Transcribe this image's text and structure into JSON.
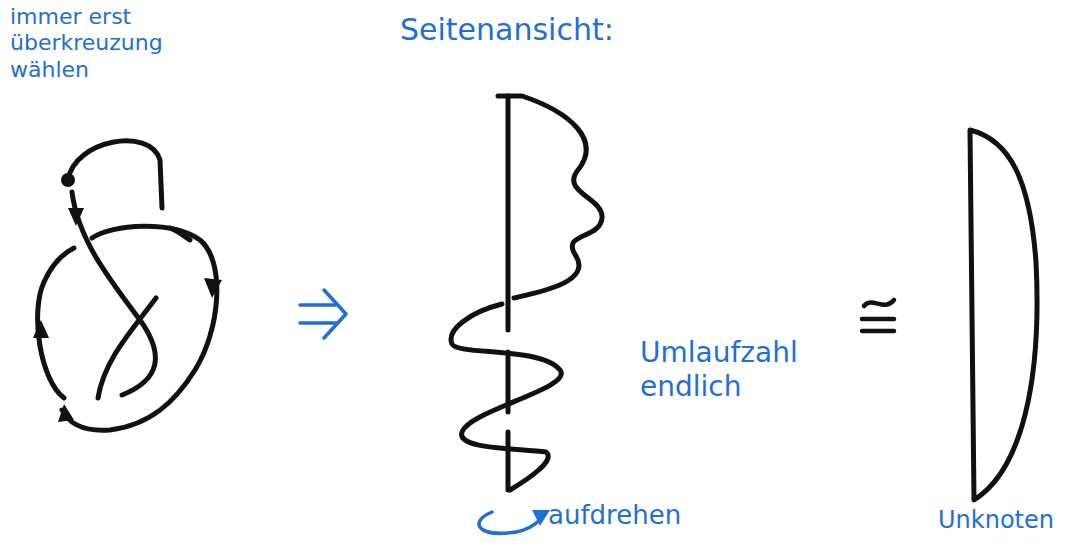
{
  "diagram": {
    "labels": [
      "immer erst überkreuzung wählen",
      "Seitenansicht:",
      "Umlaufzahl endlich",
      "aufdrehen",
      "Unknoten"
    ]
  }
}
